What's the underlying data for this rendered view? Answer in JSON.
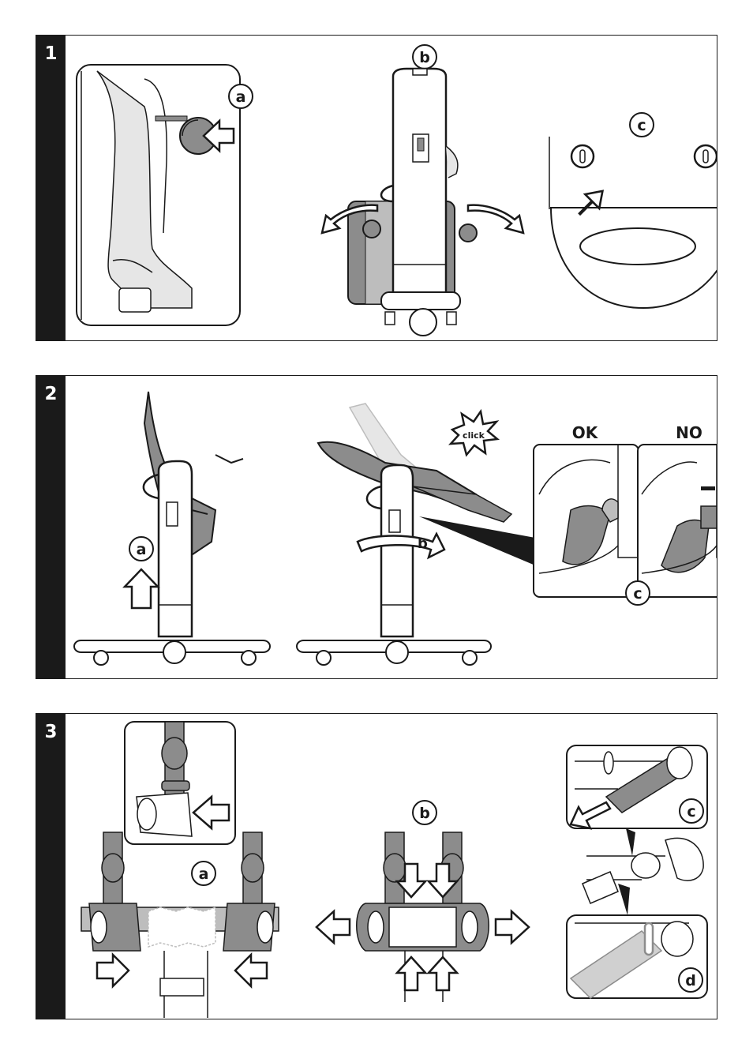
{
  "steps": [
    {
      "number": "1",
      "labels": {
        "a": "a",
        "b": "b",
        "c": "c"
      }
    },
    {
      "number": "2",
      "labels": {
        "a": "a",
        "b": "b",
        "c": "c",
        "click": "click",
        "ok": "OK",
        "no": "NO"
      }
    },
    {
      "number": "3",
      "labels": {
        "a": "a",
        "b": "b",
        "c": "c",
        "d": "d"
      }
    }
  ],
  "colors": {
    "ink": "#1a1a1a",
    "gray": "#8c8c8c",
    "light_gray": "#d0d0d0"
  }
}
